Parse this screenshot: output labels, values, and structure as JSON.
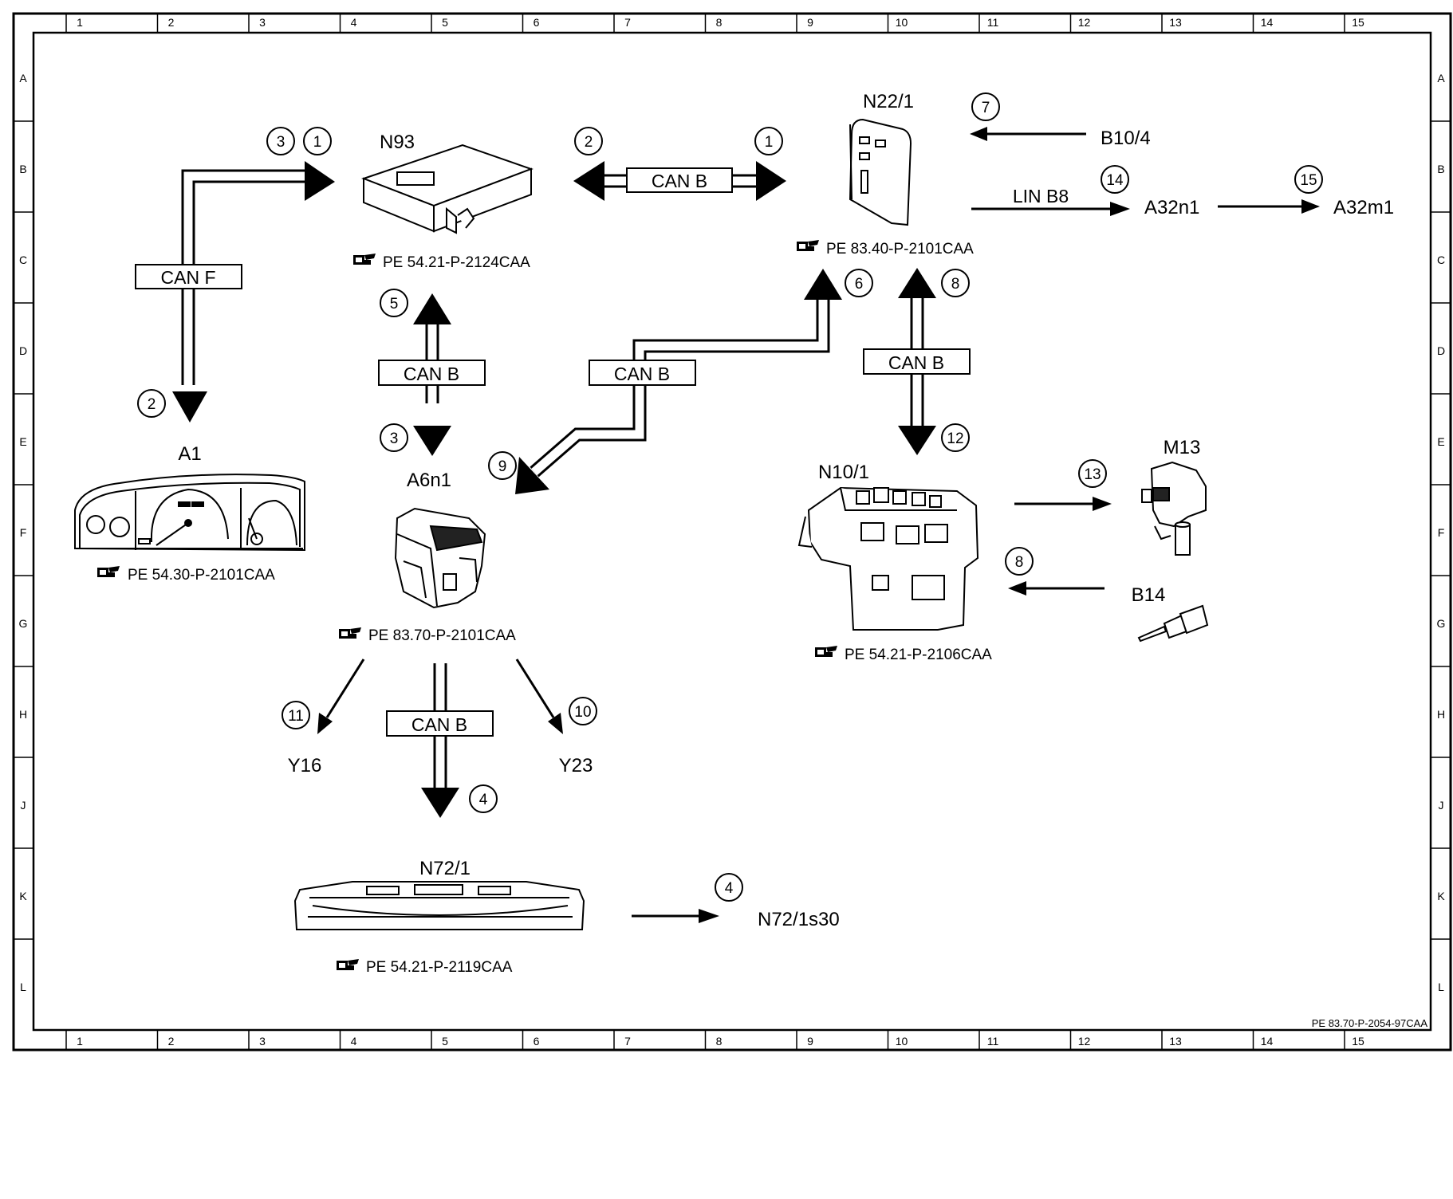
{
  "document_id": "PE 83.70-P-2054-97CAA",
  "grid": {
    "columns": [
      "1",
      "2",
      "3",
      "4",
      "5",
      "6",
      "7",
      "8",
      "9",
      "10",
      "11",
      "12",
      "13",
      "14",
      "15"
    ],
    "rows": [
      "A",
      "B",
      "C",
      "D",
      "E",
      "F",
      "G",
      "H",
      "J",
      "K",
      "L"
    ]
  },
  "components": {
    "a1": {
      "label": "A1",
      "ref": "PE 54.30-P-2101CAA"
    },
    "n93": {
      "label": "N93",
      "ref": "PE 54.21-P-2124CAA"
    },
    "n22_1": {
      "label": "N22/1",
      "ref": "PE 83.40-P-2101CAA"
    },
    "a6n1": {
      "label": "A6n1",
      "ref": "PE 83.70-P-2101CAA"
    },
    "n10_1": {
      "label": "N10/1",
      "ref": "PE 54.21-P-2106CAA"
    },
    "n72_1": {
      "label": "N72/1",
      "ref": "PE 54.21-P-2119CAA"
    },
    "m13": {
      "label": "M13"
    },
    "b14": {
      "label": "B14"
    },
    "b10_4": {
      "label": "B10/4"
    },
    "a32n1": {
      "label": "A32n1"
    },
    "a32m1": {
      "label": "A32m1"
    },
    "y16": {
      "label": "Y16"
    },
    "y23": {
      "label": "Y23"
    },
    "n72_1s30": {
      "label": "N72/1s30"
    }
  },
  "buses": {
    "can_f": "CAN F",
    "can_b": "CAN B",
    "lin_b8": "LIN B8"
  },
  "signals": {
    "s1": "1",
    "s2": "2",
    "s3": "3",
    "s4": "4",
    "s5": "5",
    "s6": "6",
    "s7": "7",
    "s8": "8",
    "s9": "9",
    "s10": "10",
    "s11": "11",
    "s12": "12",
    "s13": "13",
    "s14": "14",
    "s15": "15"
  }
}
